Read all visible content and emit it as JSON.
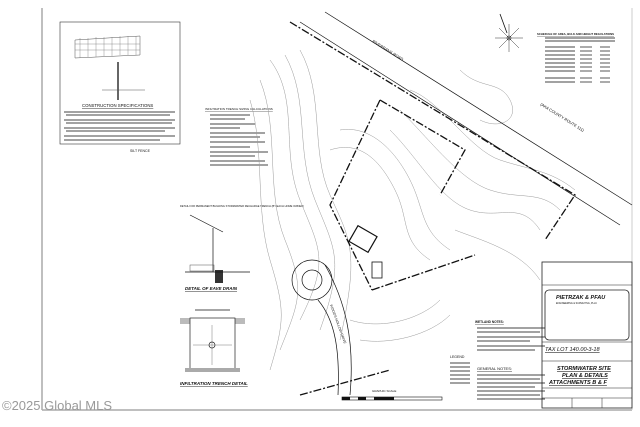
{
  "drawing": {
    "construction_specs_title": "CONSTRUCTION SPECIFICATIONS",
    "silt_fence_label": "SILT FENCE",
    "infiltration_calc_title": "INFILTRATION TRENCH SIZING CALCULATIONS",
    "eave_drain_note": "DETAIL FOR PERMANENT BUILDING STORMWATER RECHARGE TRENCH (BY EACH HOME OWNER)",
    "eave_drain_title": "DETAIL OF EAVE DRAIN",
    "infiltration_detail_title": "INFILTRATION TRENCH DETAIL",
    "road_label": "RIVERBANK ROAD",
    "county_route_label": "(AKA COUNTY ROUTE 111)",
    "drive_label": "WOODS HOLLOW DRIVE",
    "schedule_title": "SCHEDULE OF AREA, BULK AND HEIGHT REGULATIONS",
    "wetland_notes_title": "WETLAND NOTES:",
    "general_notes_title": "GENERAL NOTES:",
    "legend_title": "LEGEND",
    "graphic_scale_label": "GRAPHIC SCALE"
  },
  "title_block": {
    "firm": "PIETRZAK & PFAU",
    "firm_sub": "ENGINEERING & SURVEYING, PLLC",
    "tax_lot": "TAX LOT 140.00-3-18",
    "title_line1": "STORMWATER SITE",
    "title_line2": "PLAN & DETAILS",
    "title_line3": "ATTACHMENTS B & F"
  },
  "watermark": "©2025 Global MLS"
}
